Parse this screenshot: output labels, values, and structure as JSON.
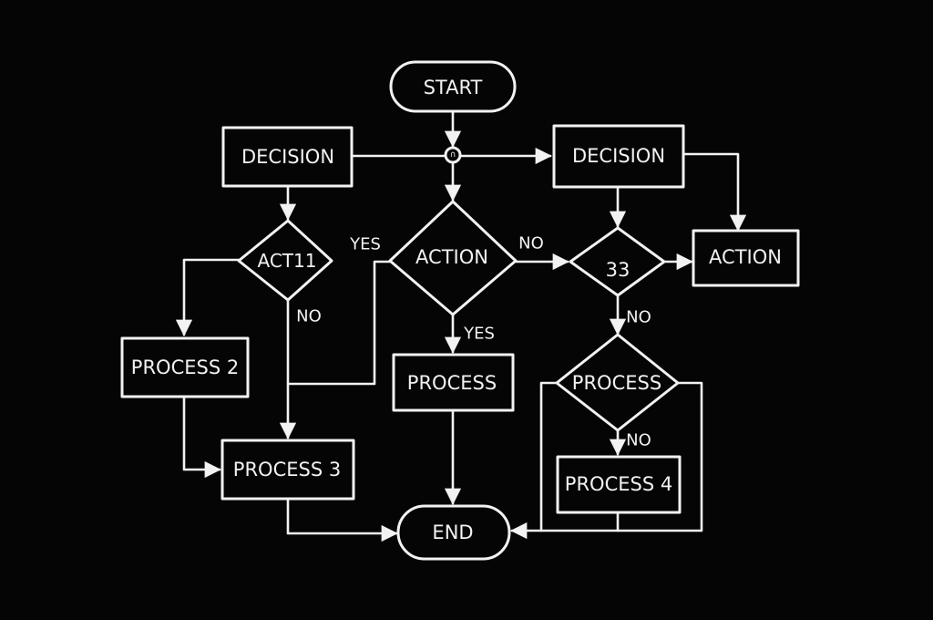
{
  "colors": {
    "background": "#050505",
    "ink": "#f2f2f2"
  },
  "nodes": {
    "start": "START",
    "decision_left": "DECISION",
    "decision_right": "DECISION",
    "act1": "ACT11",
    "action_center": "ACTION",
    "decision_33": "33",
    "action_right": "ACTION",
    "process_2": "PROCESS 2",
    "process_center": "PROCESS",
    "process_diamond": "PROCESS",
    "process_3": "PROCESS 3",
    "process_4": "PROCESS 4",
    "end": "END"
  },
  "edge_labels": {
    "act1_no": "NO",
    "action_yes_left": "YES",
    "action_no_right": "NO",
    "action_yes_down": "YES",
    "decision_33_no": "NO",
    "process_diamond_no": "NO"
  }
}
